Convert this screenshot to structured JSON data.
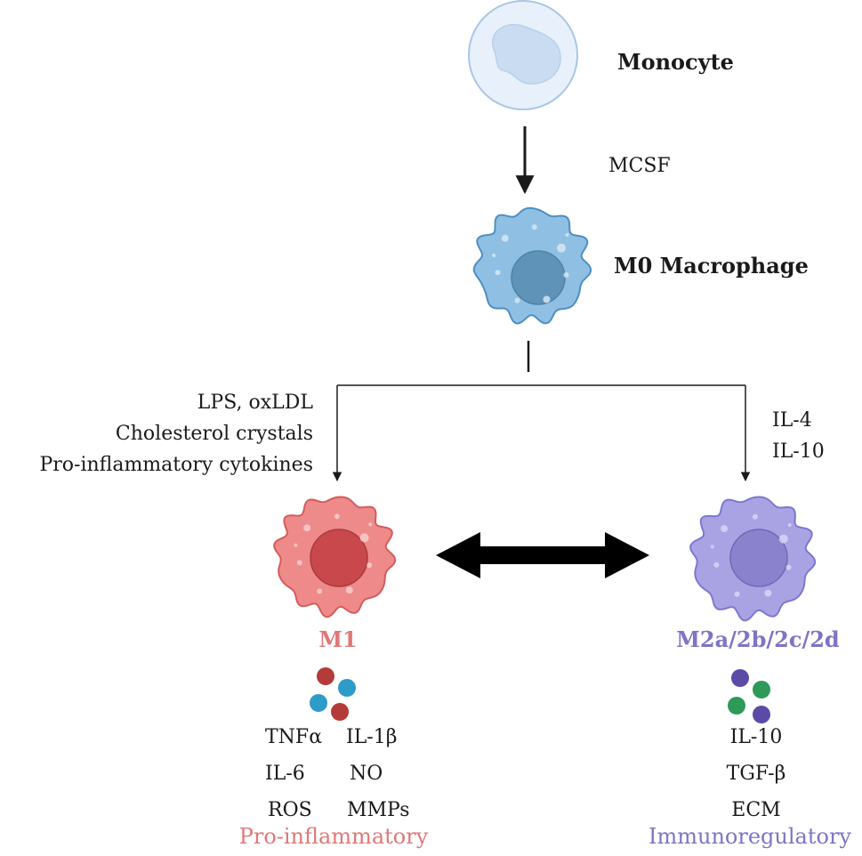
{
  "cells": {
    "monocyte": {
      "label": "Monocyte",
      "membrane": "#e8f1fb",
      "outline": "#a9c6e6",
      "nucleus": "#c9dcf2"
    },
    "m0": {
      "label": "M0 Macrophage",
      "body": "#8fc0e4",
      "outline": "#4d8fc2",
      "nucleus": "#5f93b8"
    },
    "m1": {
      "label": "M1",
      "body": "#ee8a8a",
      "outline": "#d45c5c",
      "nucleus": "#c8484c",
      "label_color": "#e07878"
    },
    "m2": {
      "label": "M2a/2b/2c/2d",
      "body": "#a9a3e4",
      "outline": "#7e77cf",
      "nucleus": "#8a82cc",
      "label_color": "#7d74c6"
    }
  },
  "stimuli": {
    "mcsf": "MCSF",
    "m1_lines": [
      "LPS, oxLDL",
      "Cholesterol crystals",
      "Pro-inflammatory cytokines"
    ],
    "m2_lines": [
      "IL-4",
      "IL-10"
    ]
  },
  "m1_markers": {
    "rows": [
      [
        "TNFα",
        "IL-1β"
      ],
      [
        "IL-6",
        "NO"
      ],
      [
        "ROS",
        "MMPs"
      ]
    ],
    "phenotype": "Pro-inflammatory",
    "dot_colors": [
      "#b53a3a",
      "#2e9bc8"
    ]
  },
  "m2_markers": {
    "rows": [
      "IL-10",
      "TGF-β",
      "ECM"
    ],
    "phenotype": "Immunoregulatory",
    "dot_colors": [
      "#5b4aa6",
      "#2e9a5a"
    ]
  }
}
